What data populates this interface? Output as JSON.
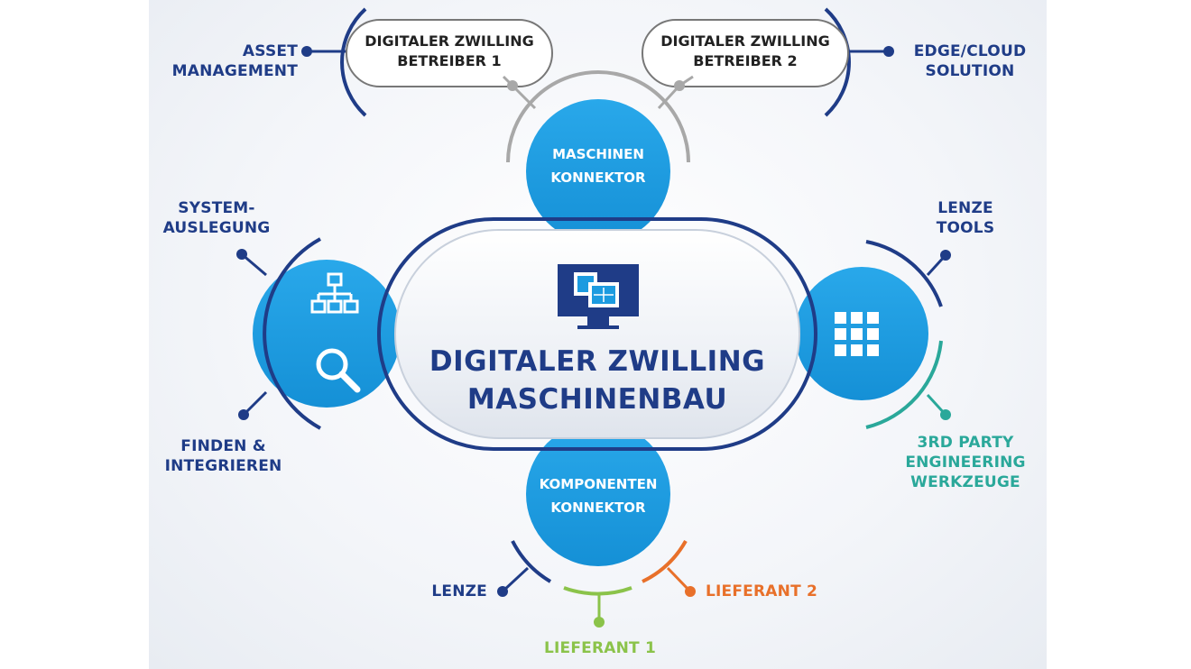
{
  "center": {
    "title_line1": "DIGITALER ZWILLING",
    "title_line2": "MASCHINENBAU"
  },
  "top_pills": {
    "left": {
      "line1": "DIGITALER ZWILLING",
      "line2": "BETREIBER 1"
    },
    "right": {
      "line1": "DIGITALER ZWILLING",
      "line2": "BETREIBER 2"
    }
  },
  "top_labels": {
    "left": {
      "line1": "ASSET",
      "line2": "MANAGEMENT"
    },
    "right": {
      "line1": "EDGE/CLOUD",
      "line2": "SOLUTION"
    }
  },
  "maschinen_konnektor": {
    "line1": "MASCHINEN",
    "line2": "KONNEKTOR"
  },
  "komponenten_konnektor": {
    "line1": "KOMPONENTEN",
    "line2": "KONNEKTOR"
  },
  "left_labels": {
    "top": {
      "line1": "SYSTEM-",
      "line2": "AUSLEGUNG"
    },
    "bottom": {
      "line1": "FINDEN &",
      "line2": "INTEGRIEREN"
    }
  },
  "right_labels": {
    "top": {
      "line1": "LENZE",
      "line2": "TOOLS"
    },
    "bottom": {
      "line1": "3RD PARTY",
      "line2": "ENGINEERING",
      "line3": "WERKZEUGE"
    }
  },
  "bottom_labels": {
    "lenze": "LENZE",
    "lieferant1": "LIEFERANT 1",
    "lieferant2": "LIEFERANT 2"
  },
  "icons": {
    "center": "monitor-icon",
    "left_top": "network-icon",
    "left_bottom": "magnifier-icon",
    "right": "grid-icon"
  },
  "colors": {
    "navy": "#1f3c87",
    "blue": "#1c9be0",
    "gray": "#a8a8a8",
    "teal": "#2aa89a",
    "orange": "#e8702a",
    "green": "#8bc34a"
  }
}
